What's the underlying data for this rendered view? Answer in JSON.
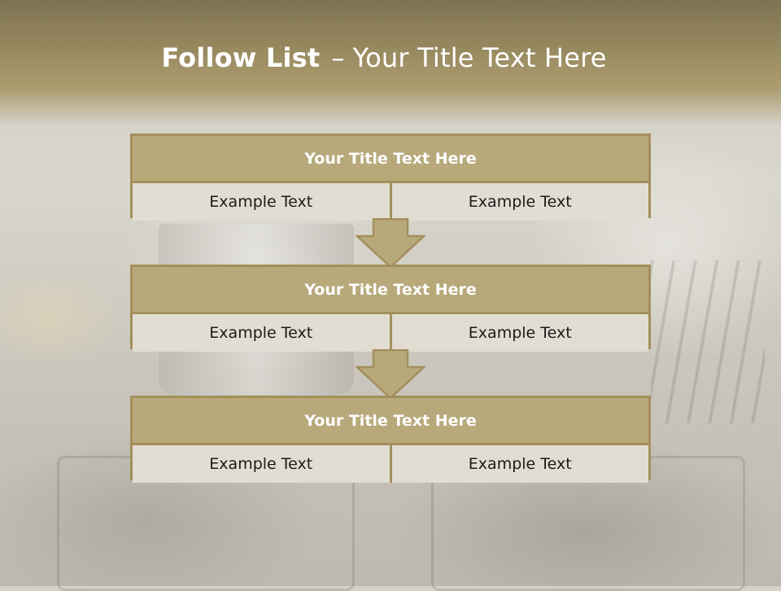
{
  "slide": {
    "title_bold": "Follow List",
    "title_separator": "–",
    "title_rest": "Your Title Text Here"
  },
  "blocks": [
    {
      "title": "Your Title Text Here",
      "left": "Example Text",
      "right": "Example Text"
    },
    {
      "title": "Your Title Text Here",
      "left": "Example Text",
      "right": "Example Text"
    },
    {
      "title": "Your Title Text Here",
      "left": "Example Text",
      "right": "Example Text"
    }
  ],
  "colors": {
    "header_band": "#95875d",
    "block_border": "#a48f5c",
    "block_title_fill": "#b8a97b",
    "cell_fill": "#e2ddd2",
    "arrow_fill": "#b8a97b"
  },
  "icons": {
    "arrow": "down-arrow-icon"
  }
}
